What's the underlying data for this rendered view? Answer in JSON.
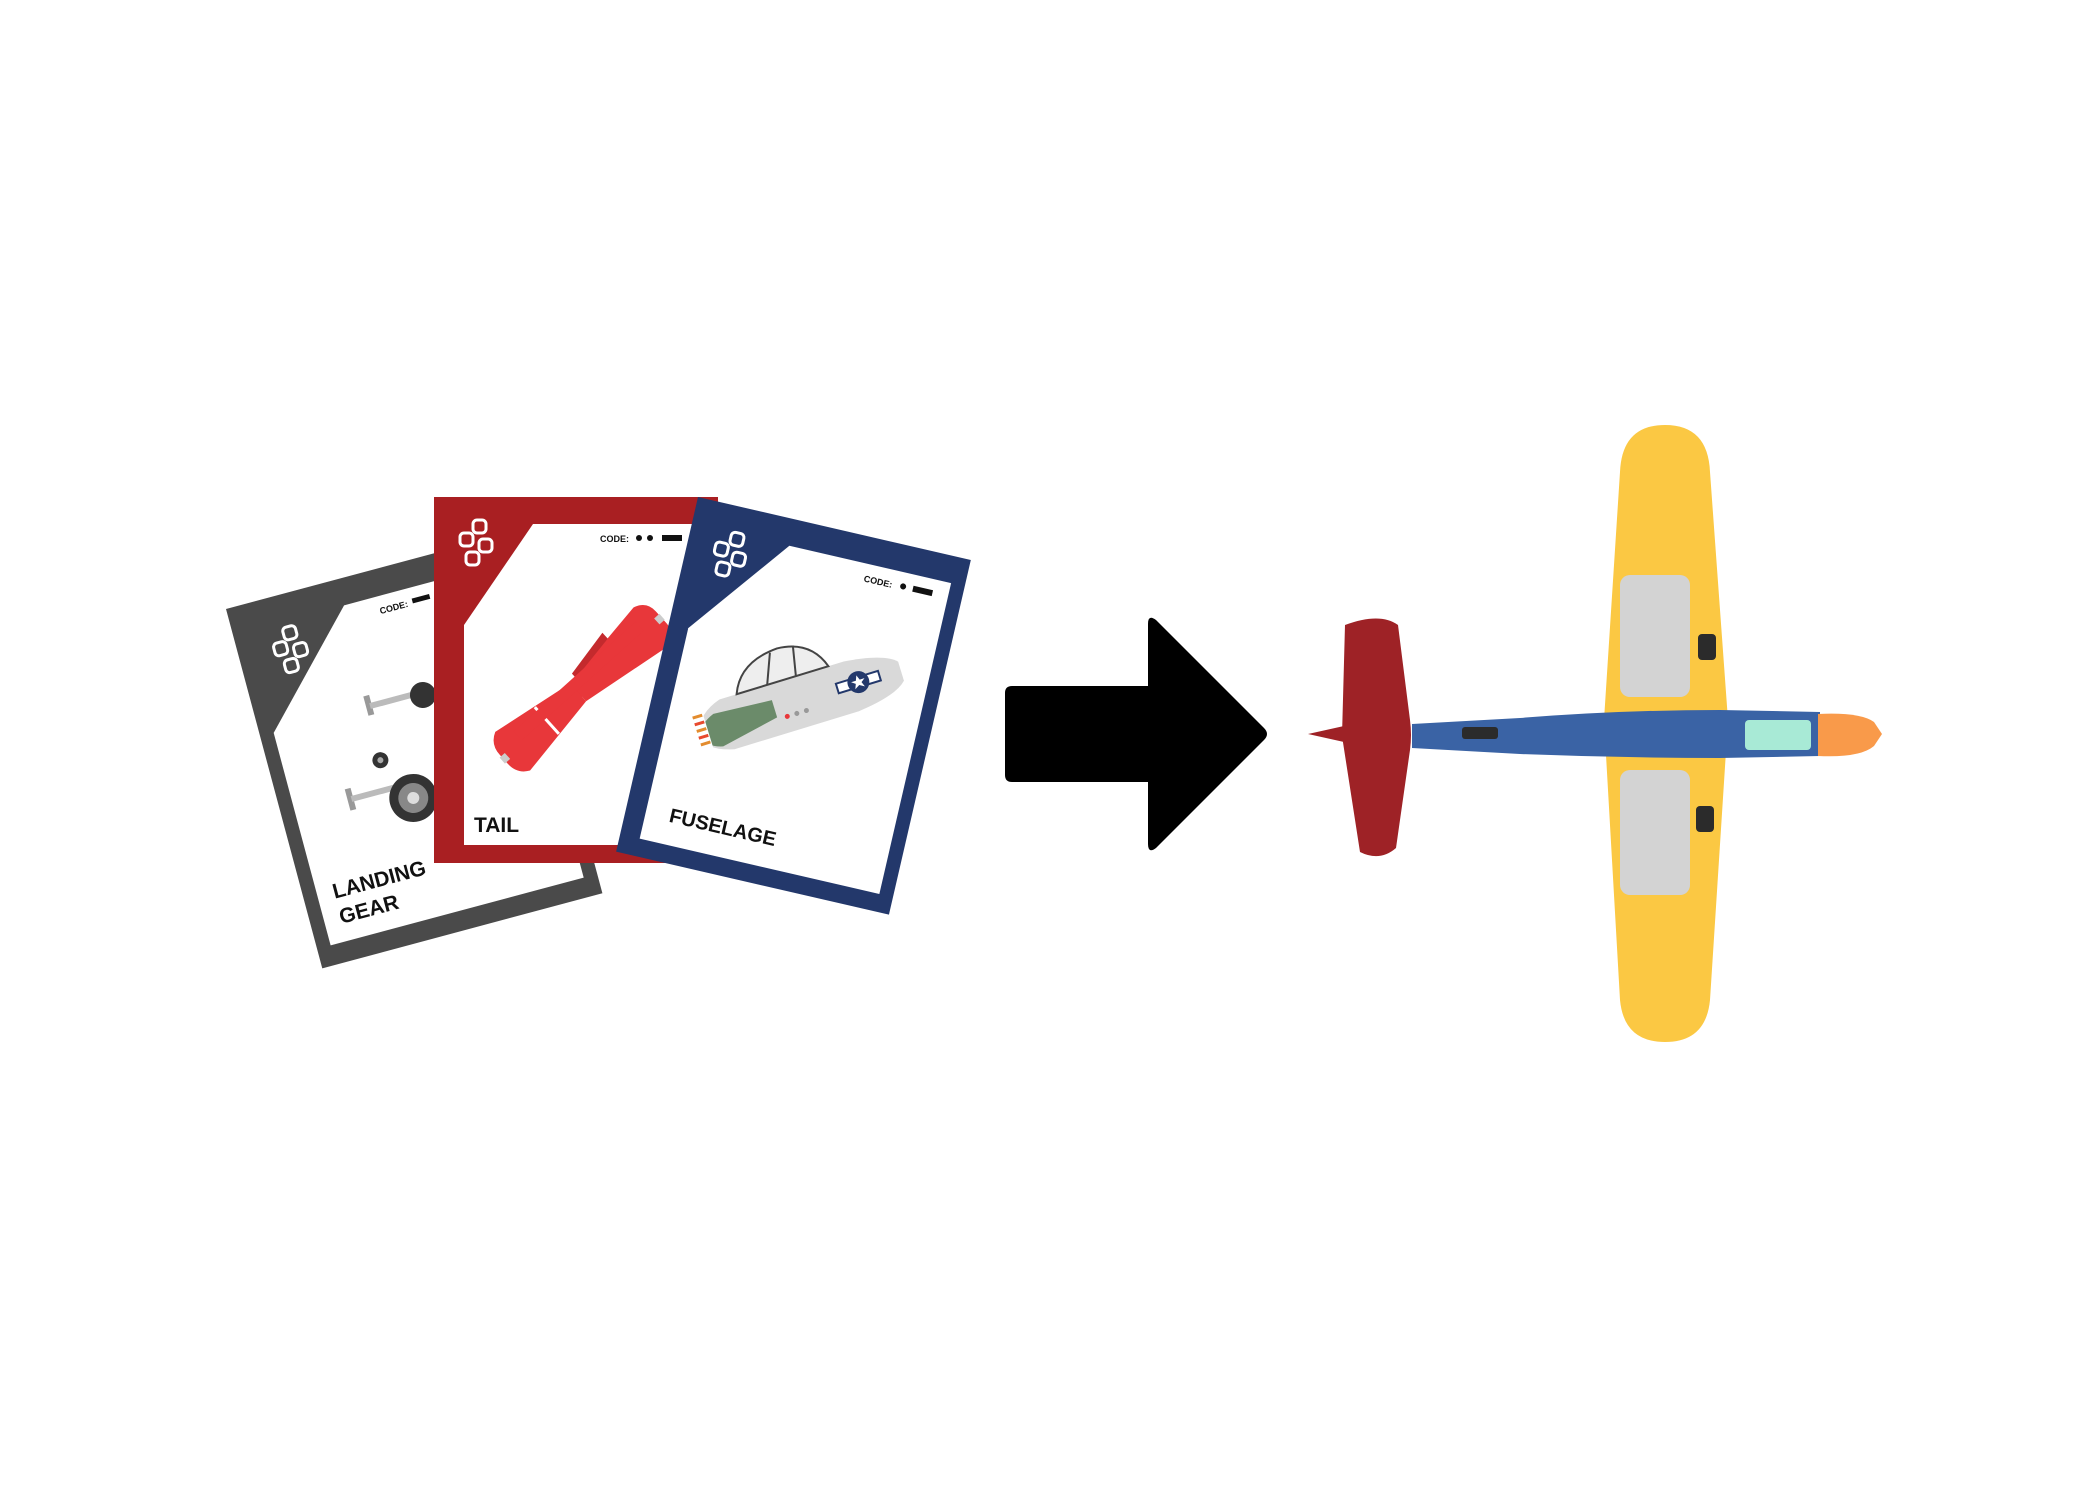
{
  "cards": [
    {
      "id": "landing-gear",
      "label_line1": "LANDING",
      "label_line2": "GEAR",
      "code_label": "CODE:",
      "frame_color": "#4a4a4a",
      "part_icon": "landing-gear-icon"
    },
    {
      "id": "tail",
      "label_line1": "TAIL",
      "code_label": "CODE:",
      "frame_color": "#a91f22",
      "part_icon": "tail-icon"
    },
    {
      "id": "fuselage",
      "label_line1": "FUSELAGE",
      "code_label": "CODE:",
      "frame_color": "#23386b",
      "part_icon": "fuselage-icon"
    }
  ],
  "arrow": {
    "icon": "right-arrow-icon",
    "color": "#000000"
  },
  "airplane": {
    "icon": "assembled-airplane-icon",
    "colors": {
      "wing": "#fbc843",
      "wing_panel": "#d3d3d3",
      "fuselage": "#3a63a5",
      "tail": "#9e2226",
      "nose": "#f99a4a",
      "cockpit": "#a8ead6",
      "detail": "#2b2b2b"
    }
  },
  "card_emblem_icon": "four-squircle-emblem-icon"
}
